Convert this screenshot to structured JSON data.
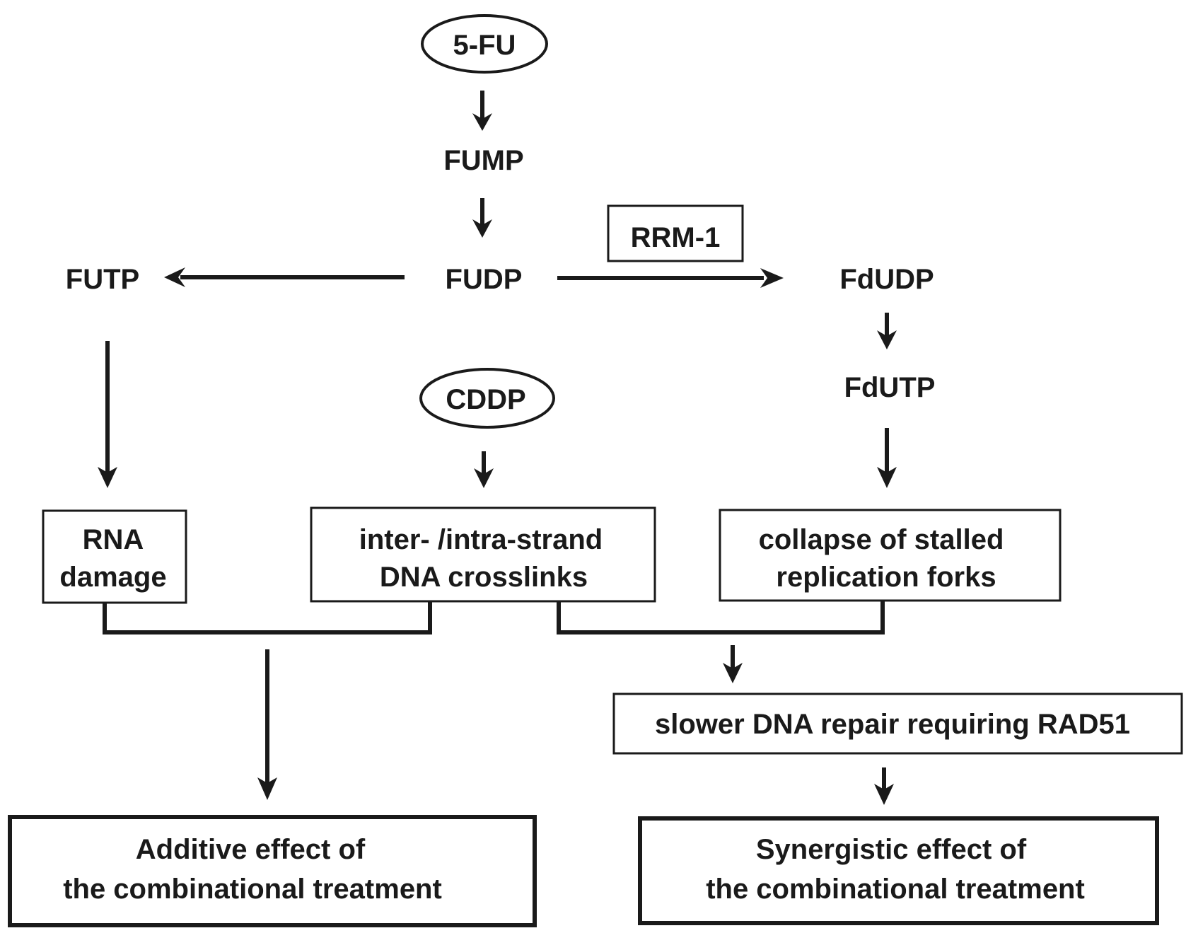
{
  "nodes": {
    "five_fu": "5-FU",
    "fump": "FUMP",
    "fudp": "FUDP",
    "futp": "FUTP",
    "rrm1": "RRM-1",
    "fdudp": "FdUDP",
    "fdutp": "FdUTP",
    "cddp": "CDDP",
    "rna_damage": [
      "RNA",
      "damage"
    ],
    "crosslinks": [
      "inter- /intra-strand",
      "DNA crosslinks"
    ],
    "collapse": [
      "collapse of stalled",
      "replication forks"
    ],
    "slower_repair": "slower DNA repair requiring RAD51",
    "additive": [
      "Additive effect of",
      "the combinational treatment"
    ],
    "synergistic": [
      "Synergistic effect of",
      "the combinational treatment"
    ]
  }
}
